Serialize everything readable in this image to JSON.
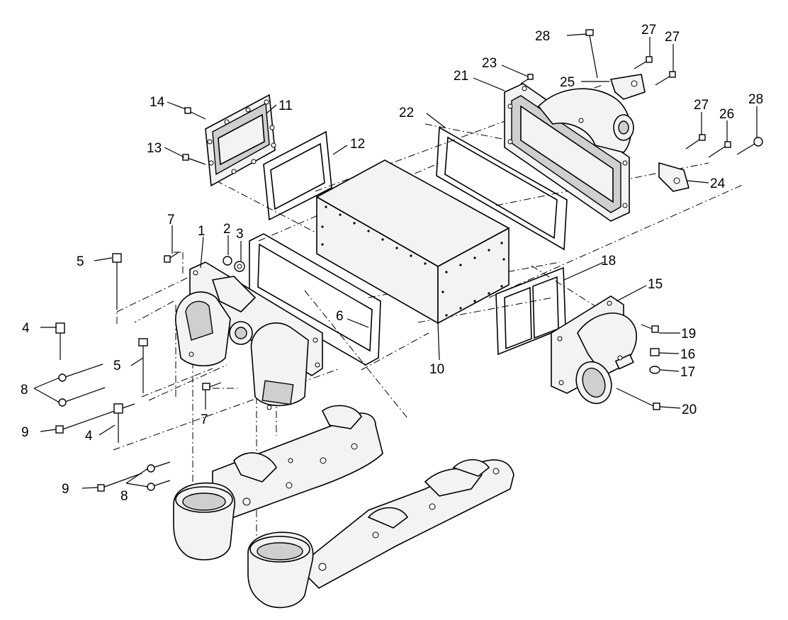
{
  "callouts": {
    "c1": "1",
    "c2": "2",
    "c3": "3",
    "c4a": "4",
    "c4b": "4",
    "c5a": "5",
    "c5b": "5",
    "c6": "6",
    "c7a": "7",
    "c7b": "7",
    "c8a": "8",
    "c8b": "8",
    "c9a": "9",
    "c9b": "9",
    "c10": "10",
    "c11": "11",
    "c12": "12",
    "c13": "13",
    "c14": "14",
    "c15": "15",
    "c16": "16",
    "c17": "17",
    "c18": "18",
    "c19": "19",
    "c20": "20",
    "c21": "21",
    "c22": "22",
    "c23": "23",
    "c24": "24",
    "c25": "25",
    "c26": "26",
    "c27a": "27",
    "c27b": "27",
    "c27c": "27",
    "c28a": "28",
    "c28b": "28"
  },
  "colors": {
    "line": "#000000",
    "part_fill": "#f3f3f3",
    "shade": "#cfcfcf",
    "background": "#ffffff"
  }
}
